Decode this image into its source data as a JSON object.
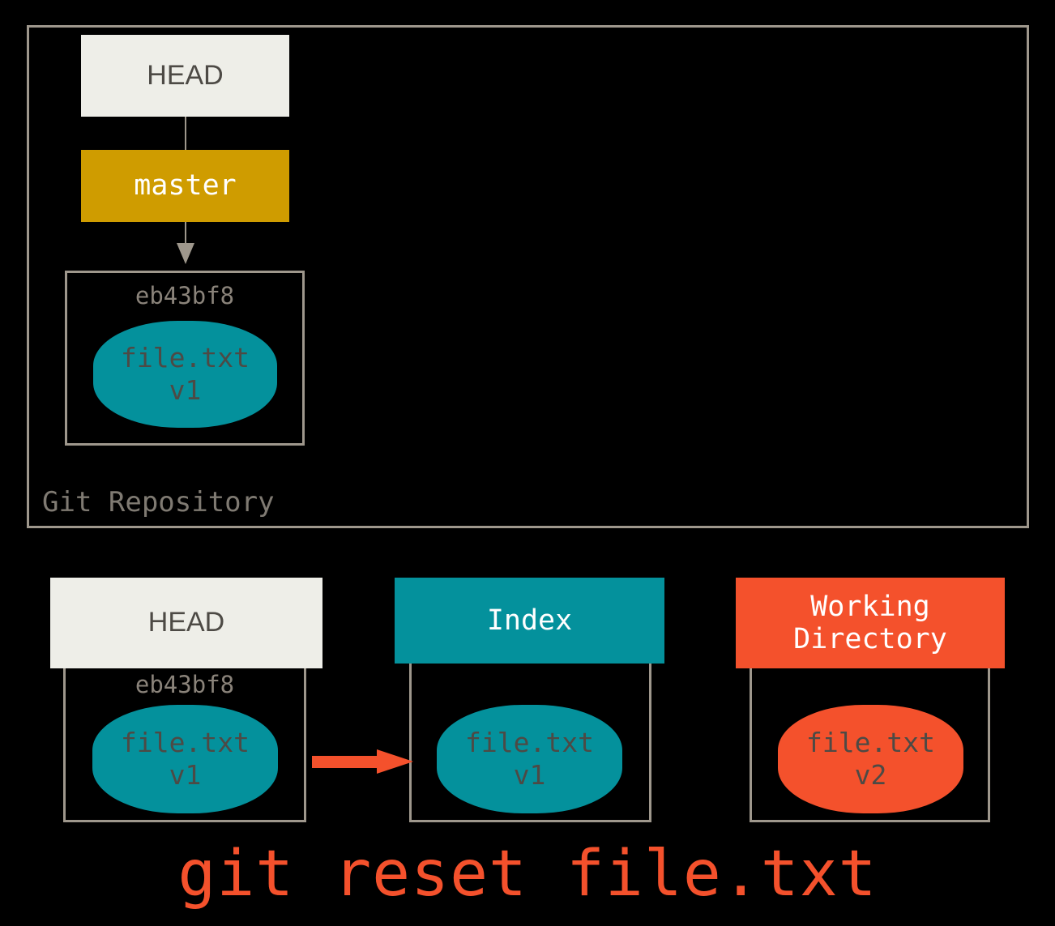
{
  "diagram": {
    "title": "git reset file.txt",
    "command_caption": "git reset file.txt",
    "repository": {
      "label": "Git Repository",
      "head_label": "HEAD",
      "branch_label": "master",
      "commit": {
        "sha": "eb43bf8",
        "blob": {
          "filename": "file.txt",
          "version": "v1"
        }
      }
    },
    "areas": {
      "head": {
        "label": "HEAD",
        "sha": "eb43bf8",
        "blob": {
          "filename": "file.txt",
          "version": "v1"
        }
      },
      "index": {
        "label": "Index",
        "blob": {
          "filename": "file.txt",
          "version": "v1"
        }
      },
      "working_directory": {
        "label_line1": "Working",
        "label_line2": "Directory",
        "blob": {
          "filename": "file.txt",
          "version": "v2"
        }
      }
    },
    "colors": {
      "background": "#000000",
      "frame_gray": "#9e978c",
      "head_cream": "#eeeee8",
      "branch_gold": "#cf9c00",
      "index_teal": "#04919c",
      "working_orange": "#f4512c",
      "text_dark": "#4d4a45",
      "text_gray": "#8a837a"
    }
  }
}
